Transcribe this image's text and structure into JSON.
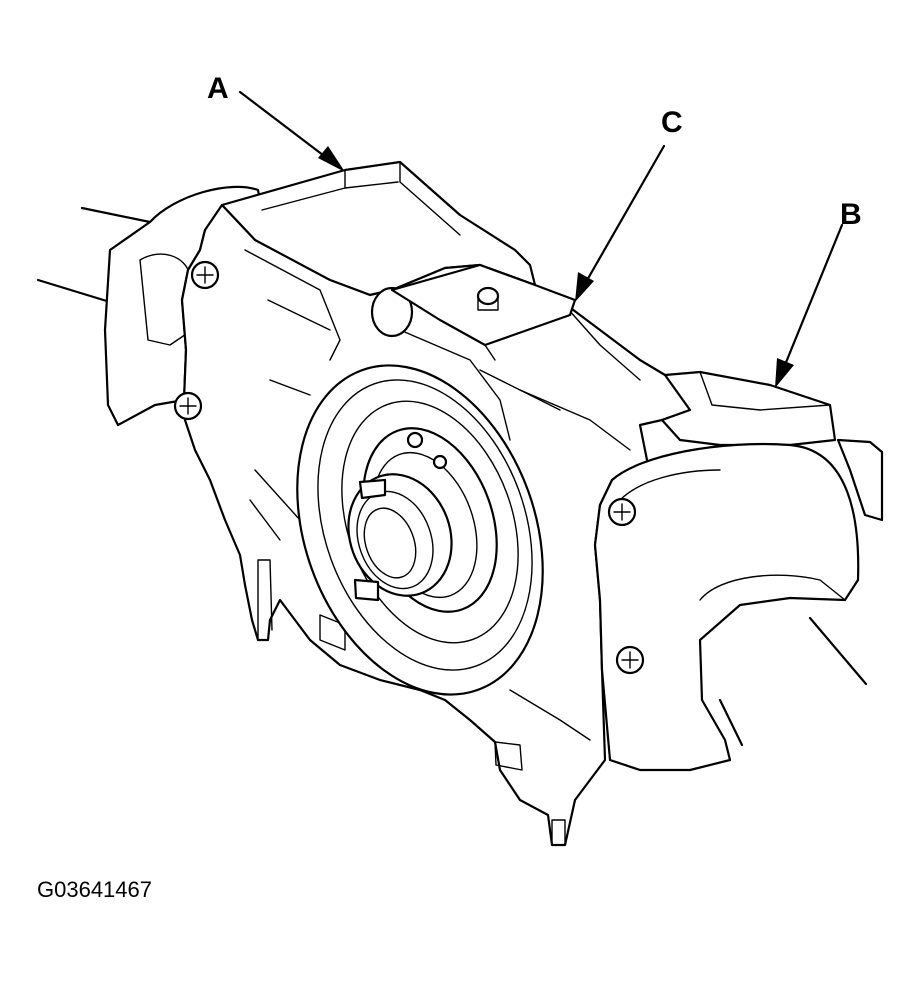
{
  "diagram": {
    "callouts": {
      "a": "A",
      "b": "B",
      "c": "C"
    },
    "figure_id": "G03641467",
    "icons": {
      "switch_body": "combination-switch-icon",
      "screw": "screw-icon"
    },
    "colors": {
      "line": "#000000",
      "background": "#ffffff"
    }
  }
}
